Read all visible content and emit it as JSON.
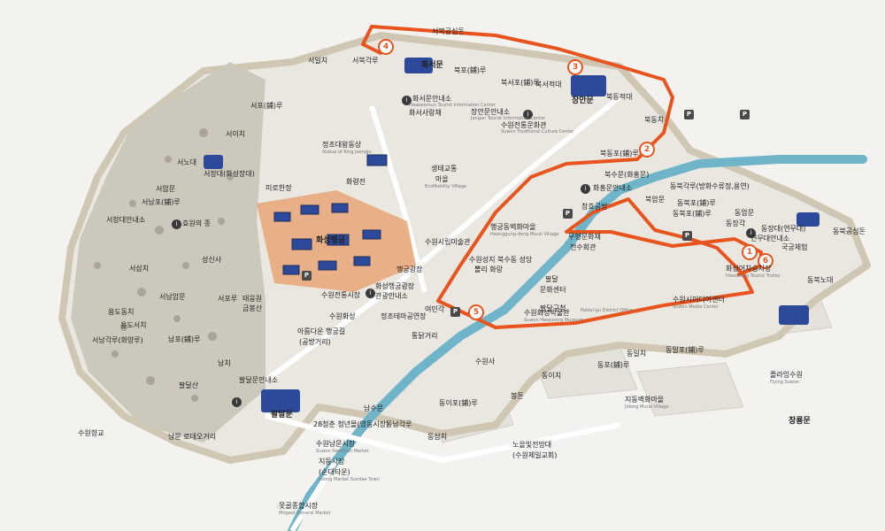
{
  "colors": {
    "route": "#e8541e",
    "water": "#6fb4c9",
    "wall": "#cfc7b4",
    "hill": "#c9c4b8",
    "ground": "#eeede8",
    "roofs": "#2d4a9a",
    "palace_court": "#e8a16f"
  },
  "route_stops": [
    "1",
    "2",
    "3",
    "4",
    "5",
    "6"
  ],
  "labels": [
    {
      "text": "서북공심돈"
    },
    {
      "text": "서일치"
    },
    {
      "text": "서북각루"
    },
    {
      "text": "화서문"
    },
    {
      "text": "북포(鋪)루"
    },
    {
      "text": "북서포(鋪)루"
    },
    {
      "text": "북서적대"
    },
    {
      "text": "장안문"
    },
    {
      "text": "북동적대"
    },
    {
      "text": "북동치"
    },
    {
      "text": "화서문안내소"
    },
    {
      "text": "화서사랑채"
    },
    {
      "text": "장안문안내소"
    },
    {
      "text": "수원전통문화관"
    },
    {
      "text": "서포(鋪)루"
    },
    {
      "text": "서이치"
    },
    {
      "text": "정조대왕동상"
    },
    {
      "text": "서노대"
    },
    {
      "text": "서장대(화성장대)"
    },
    {
      "text": "미로한정"
    },
    {
      "text": "화령전"
    },
    {
      "text": "생태교통"
    },
    {
      "text": "마을"
    },
    {
      "text": "서암문"
    },
    {
      "text": "서남포(鋪)루"
    },
    {
      "text": "서장대안내소"
    },
    {
      "text": "효원의 종"
    },
    {
      "text": "화성행궁"
    },
    {
      "text": "북동포(鋪)루"
    },
    {
      "text": "북수문(화홍문)"
    },
    {
      "text": "화홍문안내소"
    },
    {
      "text": "동북각루(방화수류정,용연)"
    },
    {
      "text": "북암문"
    },
    {
      "text": "동북포(鋪)루"
    },
    {
      "text": "동암문"
    },
    {
      "text": "창호공방"
    },
    {
      "text": "행궁동벽화마을"
    },
    {
      "text": "수원시립미술관"
    },
    {
      "text": "무형문화재"
    },
    {
      "text": "전수회관"
    },
    {
      "text": "수원성지 북수동 성당"
    },
    {
      "text": "뽈리 화랑"
    },
    {
      "text": "성신사"
    },
    {
      "text": "서삼치"
    },
    {
      "text": "서남암문"
    },
    {
      "text": "서포루"
    },
    {
      "text": "행궁광장"
    },
    {
      "text": "화성행궁광장"
    },
    {
      "text": "관광안내소"
    },
    {
      "text": "용도동치"
    },
    {
      "text": "용도서치"
    },
    {
      "text": "서남각루(화양루)"
    },
    {
      "text": "남포(鋪)루"
    },
    {
      "text": "태웅원"
    },
    {
      "text": "금봉산"
    },
    {
      "text": "수원화성"
    },
    {
      "text": "아름다운 행궁길"
    },
    {
      "text": "(공방거리)"
    },
    {
      "text": "수원전통시장"
    },
    {
      "text": "정조테마공연장"
    },
    {
      "text": "여민각"
    },
    {
      "text": "통닭거리"
    },
    {
      "text": "남치"
    },
    {
      "text": "팔달문안내소"
    },
    {
      "text": "팔달산"
    },
    {
      "text": "팔달문"
    },
    {
      "text": "남수문"
    },
    {
      "text": "28청춘 청년몰(영동시장)"
    },
    {
      "text": "수원남문시장"
    },
    {
      "text": "지동시장"
    },
    {
      "text": "(순대타운)"
    },
    {
      "text": "못골종합시장"
    },
    {
      "text": "남문 로데오거리"
    },
    {
      "text": "수원향교"
    },
    {
      "text": "동남각루"
    },
    {
      "text": "동삼치"
    },
    {
      "text": "노을빛전망대"
    },
    {
      "text": "(수원제일교회)"
    },
    {
      "text": "지동벽화마을"
    },
    {
      "text": "동이포(鋪)루"
    },
    {
      "text": "봉돈"
    },
    {
      "text": "동이치"
    },
    {
      "text": "동포(鋪)루"
    },
    {
      "text": "동일치"
    },
    {
      "text": "동일포(鋪)루"
    },
    {
      "text": "플라잉수원"
    },
    {
      "text": "창룡문"
    },
    {
      "text": "동북노대"
    },
    {
      "text": "동북공심돈"
    },
    {
      "text": "국궁체험"
    },
    {
      "text": "연무대안내소"
    },
    {
      "text": "동장대(연무대)"
    },
    {
      "text": "화성어차승차장"
    },
    {
      "text": "수원시미디어센터"
    },
    {
      "text": "팔달구청"
    },
    {
      "text": "팔달"
    },
    {
      "text": "문화센터"
    },
    {
      "text": "수원화성박물관"
    },
    {
      "text": "수원사"
    },
    {
      "text": "동장각"
    },
    {
      "text": "동북포(鋪)루"
    }
  ],
  "sub_labels": [
    {
      "text": "Hwaseomun Tourist Information Center"
    },
    {
      "text": "Jangan Tourist Information Center"
    },
    {
      "text": "Suwon Traditional Culture Center"
    },
    {
      "text": "Statue of King Jeongjo"
    },
    {
      "text": "EcoMobility Village"
    },
    {
      "text": "Haenggung-dong Mural Village"
    },
    {
      "text": "Suwon Hwaseong Museum"
    },
    {
      "text": "Paldal-gu District Office"
    },
    {
      "text": "Suwon Media Center"
    },
    {
      "text": "Hwaseong Tourist Trolley"
    },
    {
      "text": "Flying Suwon"
    },
    {
      "text": "Jidong Mural Village"
    },
    {
      "text": "Mitgeol General Market"
    },
    {
      "text": "Jidong Market Sundae Town"
    },
    {
      "text": "Suwon Nammun Market"
    }
  ]
}
